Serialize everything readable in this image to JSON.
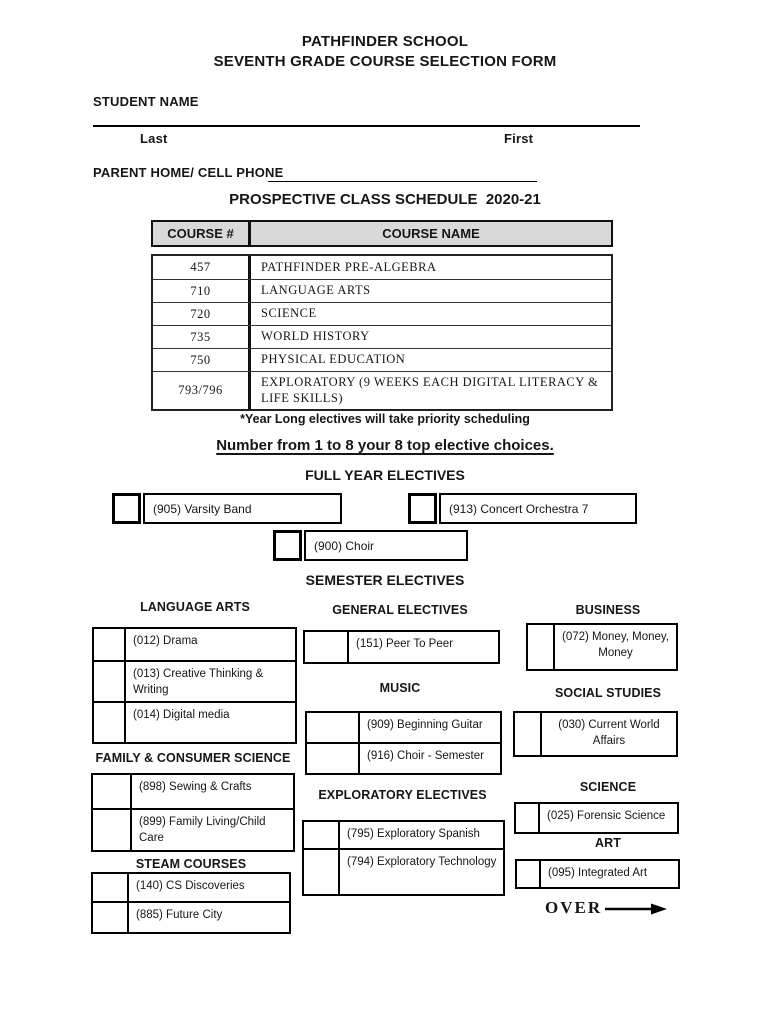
{
  "header": {
    "school": "PATHFINDER SCHOOL",
    "form_title": "SEVENTH GRADE COURSE SELECTION FORM"
  },
  "student": {
    "label": "STUDENT NAME",
    "last_label": "Last",
    "first_label": "First",
    "name_value": ""
  },
  "parent": {
    "label": "PARENT HOME/ CELL PHONE",
    "phone_value": ""
  },
  "schedule": {
    "title": "PROSPECTIVE CLASS SCHEDULE  2020-21",
    "columns": {
      "course_number": "COURSE #",
      "course_name": "COURSE NAME"
    },
    "rows": [
      {
        "num": "457",
        "name": "PATHFINDER PRE-ALGEBRA"
      },
      {
        "num": "710",
        "name": "LANGUAGE ARTS"
      },
      {
        "num": "720",
        "name": "SCIENCE"
      },
      {
        "num": "735",
        "name": "WORLD HISTORY"
      },
      {
        "num": "750",
        "name": "PHYSICAL EDUCATION"
      },
      {
        "num": "793/796",
        "name": "EXPLORATORY (9 WEEKS EACH DIGITAL LITERACY & LIFE SKILLS)"
      }
    ]
  },
  "notes": {
    "priority": "*Year Long electives will take priority scheduling",
    "instruction": "Number from 1 to 8 your 8 top elective choices."
  },
  "full_year": {
    "heading": "FULL YEAR ELECTIVES",
    "items": [
      {
        "label": "(905) Varsity Band"
      },
      {
        "label": "(913) Concert Orchestra 7"
      },
      {
        "label": "(900) Choir"
      }
    ]
  },
  "semester": {
    "heading": "SEMESTER ELECTIVES",
    "language_arts": {
      "heading": "LANGUAGE ARTS",
      "items": [
        {
          "label": "(012) Drama"
        },
        {
          "label": "(013) Creative Thinking & Writing"
        },
        {
          "label": "(014) Digital media"
        }
      ]
    },
    "family_consumer_science": {
      "heading": "FAMILY & CONSUMER SCIENCE",
      "items": [
        {
          "label": "(898) Sewing & Crafts"
        },
        {
          "label": "(899) Family Living/Child Care"
        }
      ]
    },
    "steam": {
      "heading": "STEAM COURSES",
      "items": [
        {
          "label": "(140) CS Discoveries"
        },
        {
          "label": "(885) Future City"
        }
      ]
    },
    "general_electives": {
      "heading": "GENERAL ELECTIVES",
      "items": [
        {
          "label": "(151) Peer To Peer"
        }
      ]
    },
    "music": {
      "heading": "MUSIC",
      "items": [
        {
          "label": "(909) Beginning Guitar"
        },
        {
          "label": "(916) Choir - Semester"
        }
      ]
    },
    "exploratory": {
      "heading": "EXPLORATORY ELECTIVES",
      "items": [
        {
          "label": "(795) Exploratory Spanish"
        },
        {
          "label": "(794) Exploratory Technology"
        }
      ]
    },
    "business": {
      "heading": "BUSINESS",
      "items": [
        {
          "label": "(072) Money, Money, Money"
        }
      ]
    },
    "social_studies": {
      "heading": "SOCIAL STUDIES",
      "items": [
        {
          "label": "(030) Current World Affairs"
        }
      ]
    },
    "science": {
      "heading": "SCIENCE",
      "items": [
        {
          "label": "(025) Forensic Science"
        }
      ]
    },
    "art": {
      "heading": "ART",
      "items": [
        {
          "label": "(095) Integrated Art"
        }
      ]
    }
  },
  "footer": {
    "over_label": "OVER",
    "arrow_icon": "right-arrow-icon"
  },
  "colors": {
    "table_header_bg": "#d9d9d9",
    "border": "#000000",
    "text": "#161616",
    "page_bg": "#ffffff"
  }
}
